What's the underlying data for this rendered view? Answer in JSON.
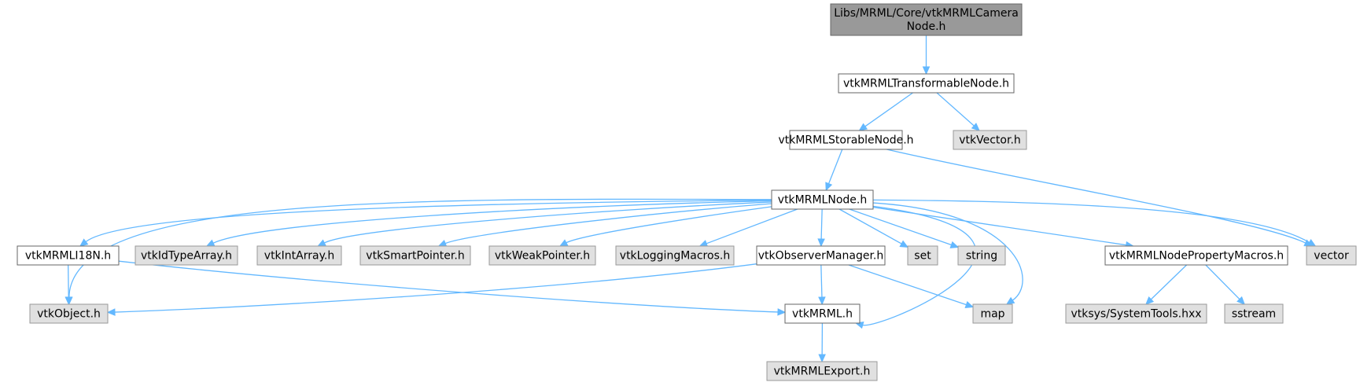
{
  "diagram": {
    "type": "include-dependency-graph",
    "colors": {
      "root_fill": "#999999",
      "root_stroke": "#666666",
      "documented_fill": "#ffffff",
      "documented_stroke": "#666666",
      "external_fill": "#e0e0e0",
      "external_stroke": "#999999",
      "edge": "#63b8ff"
    },
    "nodes": [
      {
        "id": "camera",
        "lines": [
          "Libs/MRML/Core/vtkMRMLCamera",
          "Node.h"
        ],
        "kind": "root"
      },
      {
        "id": "transformable",
        "lines": [
          "vtkMRMLTransformableNode.h"
        ],
        "kind": "documented"
      },
      {
        "id": "storable",
        "lines": [
          "vtkMRMLStorableNode.h"
        ],
        "kind": "documented"
      },
      {
        "id": "vtkvector",
        "lines": [
          "vtkVector.h"
        ],
        "kind": "external"
      },
      {
        "id": "node",
        "lines": [
          "vtkMRMLNode.h"
        ],
        "kind": "documented"
      },
      {
        "id": "vector",
        "lines": [
          "vector"
        ],
        "kind": "external"
      },
      {
        "id": "i18n",
        "lines": [
          "vtkMRMLI18N.h"
        ],
        "kind": "documented"
      },
      {
        "id": "idtype",
        "lines": [
          "vtkIdTypeArray.h"
        ],
        "kind": "external"
      },
      {
        "id": "intarray",
        "lines": [
          "vtkIntArray.h"
        ],
        "kind": "external"
      },
      {
        "id": "smartptr",
        "lines": [
          "vtkSmartPointer.h"
        ],
        "kind": "external"
      },
      {
        "id": "weakptr",
        "lines": [
          "vtkWeakPointer.h"
        ],
        "kind": "external"
      },
      {
        "id": "logging",
        "lines": [
          "vtkLoggingMacros.h"
        ],
        "kind": "external"
      },
      {
        "id": "observer",
        "lines": [
          "vtkObserverManager.h"
        ],
        "kind": "documented"
      },
      {
        "id": "set",
        "lines": [
          "set"
        ],
        "kind": "external"
      },
      {
        "id": "string",
        "lines": [
          "string"
        ],
        "kind": "external"
      },
      {
        "id": "propmacros",
        "lines": [
          "vtkMRMLNodePropertyMacros.h"
        ],
        "kind": "documented"
      },
      {
        "id": "object",
        "lines": [
          "vtkObject.h"
        ],
        "kind": "external"
      },
      {
        "id": "mrml",
        "lines": [
          "vtkMRML.h"
        ],
        "kind": "documented"
      },
      {
        "id": "map",
        "lines": [
          "map"
        ],
        "kind": "external"
      },
      {
        "id": "systemtools",
        "lines": [
          "vtksys/SystemTools.hxx"
        ],
        "kind": "external"
      },
      {
        "id": "sstream",
        "lines": [
          "sstream"
        ],
        "kind": "external"
      },
      {
        "id": "export",
        "lines": [
          "vtkMRMLExport.h"
        ],
        "kind": "external"
      }
    ],
    "edges": [
      {
        "from": "camera",
        "to": "transformable"
      },
      {
        "from": "transformable",
        "to": "storable"
      },
      {
        "from": "transformable",
        "to": "vtkvector"
      },
      {
        "from": "storable",
        "to": "node"
      },
      {
        "from": "storable",
        "to": "vector"
      },
      {
        "from": "node",
        "to": "object"
      },
      {
        "from": "node",
        "to": "i18n"
      },
      {
        "from": "node",
        "to": "idtype"
      },
      {
        "from": "node",
        "to": "intarray"
      },
      {
        "from": "node",
        "to": "smartptr"
      },
      {
        "from": "node",
        "to": "weakptr"
      },
      {
        "from": "node",
        "to": "logging"
      },
      {
        "from": "node",
        "to": "observer"
      },
      {
        "from": "node",
        "to": "set"
      },
      {
        "from": "node",
        "to": "string"
      },
      {
        "from": "node",
        "to": "mrml"
      },
      {
        "from": "node",
        "to": "map"
      },
      {
        "from": "node",
        "to": "propmacros"
      },
      {
        "from": "node",
        "to": "vector"
      },
      {
        "from": "i18n",
        "to": "object"
      },
      {
        "from": "i18n",
        "to": "mrml"
      },
      {
        "from": "observer",
        "to": "object"
      },
      {
        "from": "observer",
        "to": "mrml"
      },
      {
        "from": "observer",
        "to": "map"
      },
      {
        "from": "mrml",
        "to": "export"
      },
      {
        "from": "propmacros",
        "to": "systemtools"
      },
      {
        "from": "propmacros",
        "to": "sstream"
      }
    ]
  }
}
